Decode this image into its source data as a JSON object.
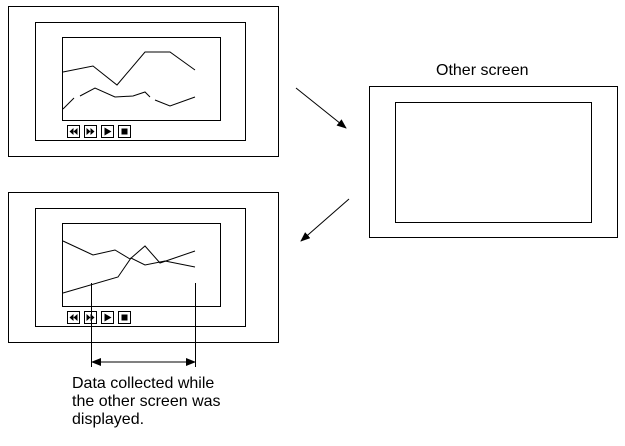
{
  "other_screen": {
    "label": "Other screen"
  },
  "before_screen": {
    "controls": [
      "rewind-icon",
      "fast-forward-icon",
      "play-icon",
      "stop-icon"
    ]
  },
  "after_screen": {
    "controls": [
      "rewind-icon",
      "fast-forward-icon",
      "play-icon",
      "stop-icon"
    ]
  },
  "caption": {
    "line1": "Data collected while",
    "line2": "the other screen was",
    "line3": "displayed."
  },
  "colors": {
    "stroke": "#000000",
    "background": "#ffffff"
  }
}
